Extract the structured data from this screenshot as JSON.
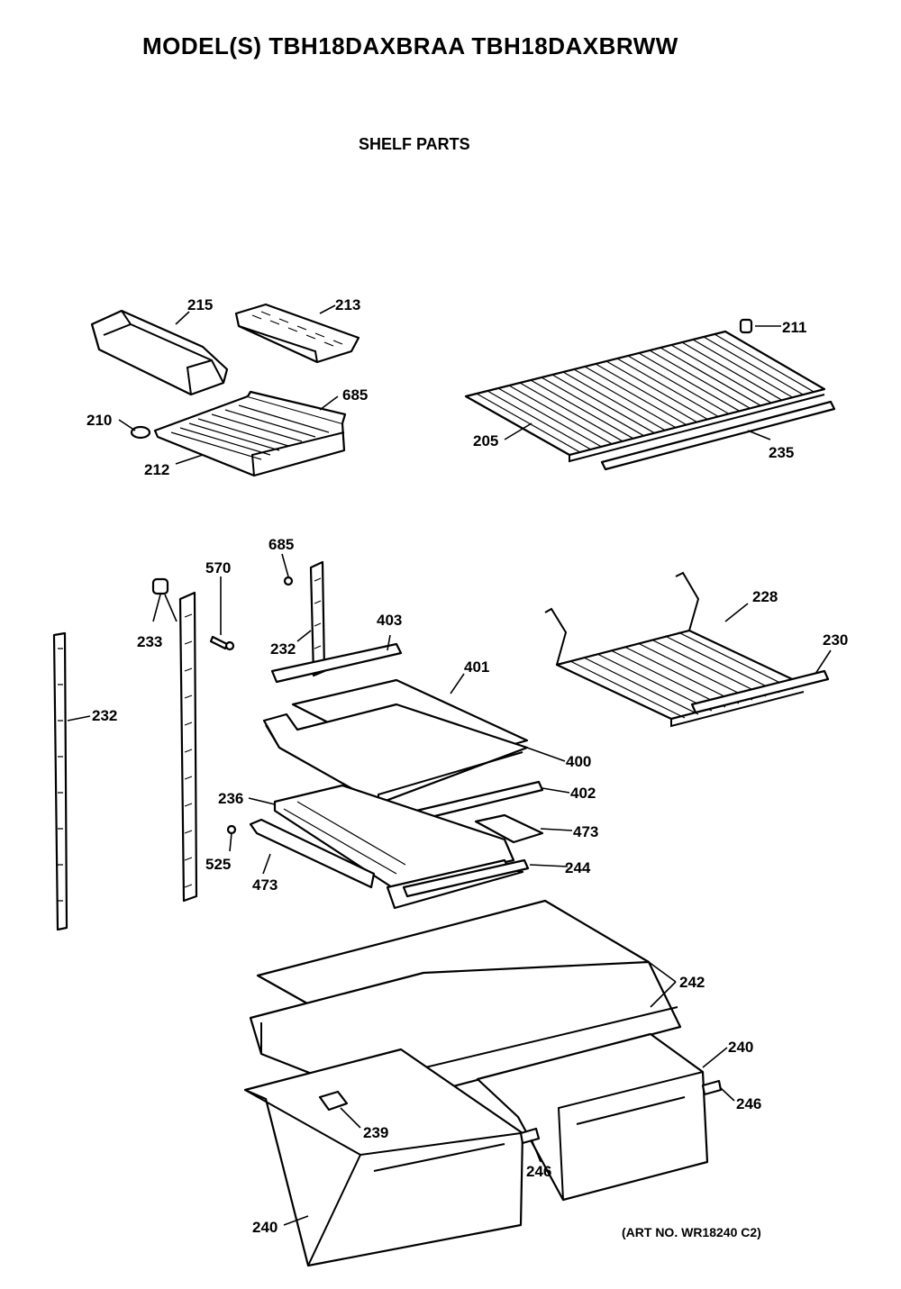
{
  "header": {
    "title": "MODEL(S) TBH18DAXBRAA  TBH18DAXBRWW",
    "subtitle": "SHELF PARTS"
  },
  "footer": {
    "art_number": "(ART NO. WR18240 C2)"
  },
  "callouts": {
    "c215": "215",
    "c213": "213",
    "c211": "211",
    "c685a": "685",
    "c210": "210",
    "c212": "212",
    "c205": "205",
    "c235": "235",
    "c685b": "685",
    "c570": "570",
    "c233": "233",
    "c232a": "232",
    "c232b": "232",
    "c403": "403",
    "c401": "401",
    "c228": "228",
    "c230": "230",
    "c400": "400",
    "c402": "402",
    "c236": "236",
    "c473a": "473",
    "c473b": "473",
    "c525": "525",
    "c244": "244",
    "c242": "242",
    "c240a": "240",
    "c246a": "246",
    "c239": "239",
    "c246b": "246",
    "c240b": "240"
  }
}
